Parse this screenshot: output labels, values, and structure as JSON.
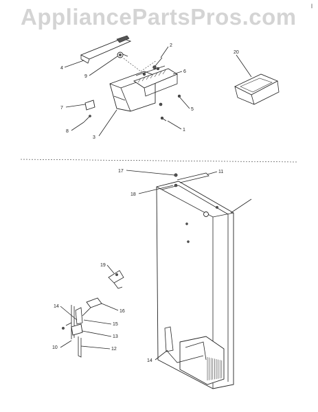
{
  "watermark": "AppliancePartsPros.com",
  "corner_mark": "l",
  "callouts": {
    "c1": "1",
    "c2": "2",
    "c3": "3",
    "c4": "4",
    "c5": "5",
    "c6": "6",
    "c7": "7",
    "c8": "8",
    "c9": "9",
    "c10": "10",
    "c11": "11",
    "c12": "12",
    "c13": "13",
    "c14a": "14",
    "c14b": "14",
    "c15": "15",
    "c16": "16",
    "c17": "17",
    "c18": "18",
    "c19": "19",
    "c20": "20"
  }
}
